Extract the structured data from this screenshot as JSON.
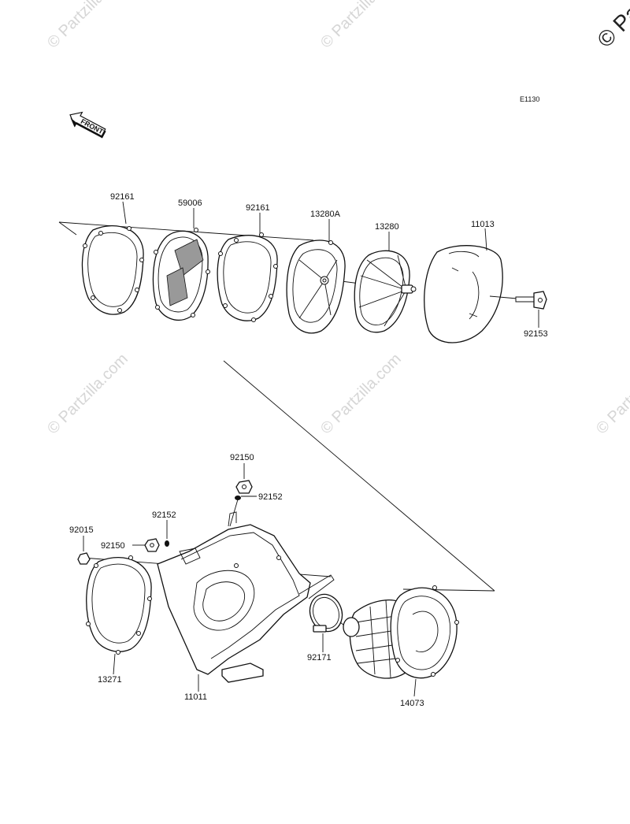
{
  "diagram": {
    "code": "E1130",
    "front_label": "FRONT",
    "watermark": "© Partzilla.com",
    "watermark_corner": "© Pa",
    "parts": {
      "p1": "92161",
      "p2": "59006",
      "p3": "92161",
      "p4": "13280A",
      "p5": "13280",
      "p6": "11013",
      "p7": "92153",
      "p8": "92150",
      "p9": "92152",
      "p10": "92152",
      "p11": "92015",
      "p12": "92150",
      "p13": "13271",
      "p14": "11011",
      "p15": "92171",
      "p16": "14073"
    }
  }
}
